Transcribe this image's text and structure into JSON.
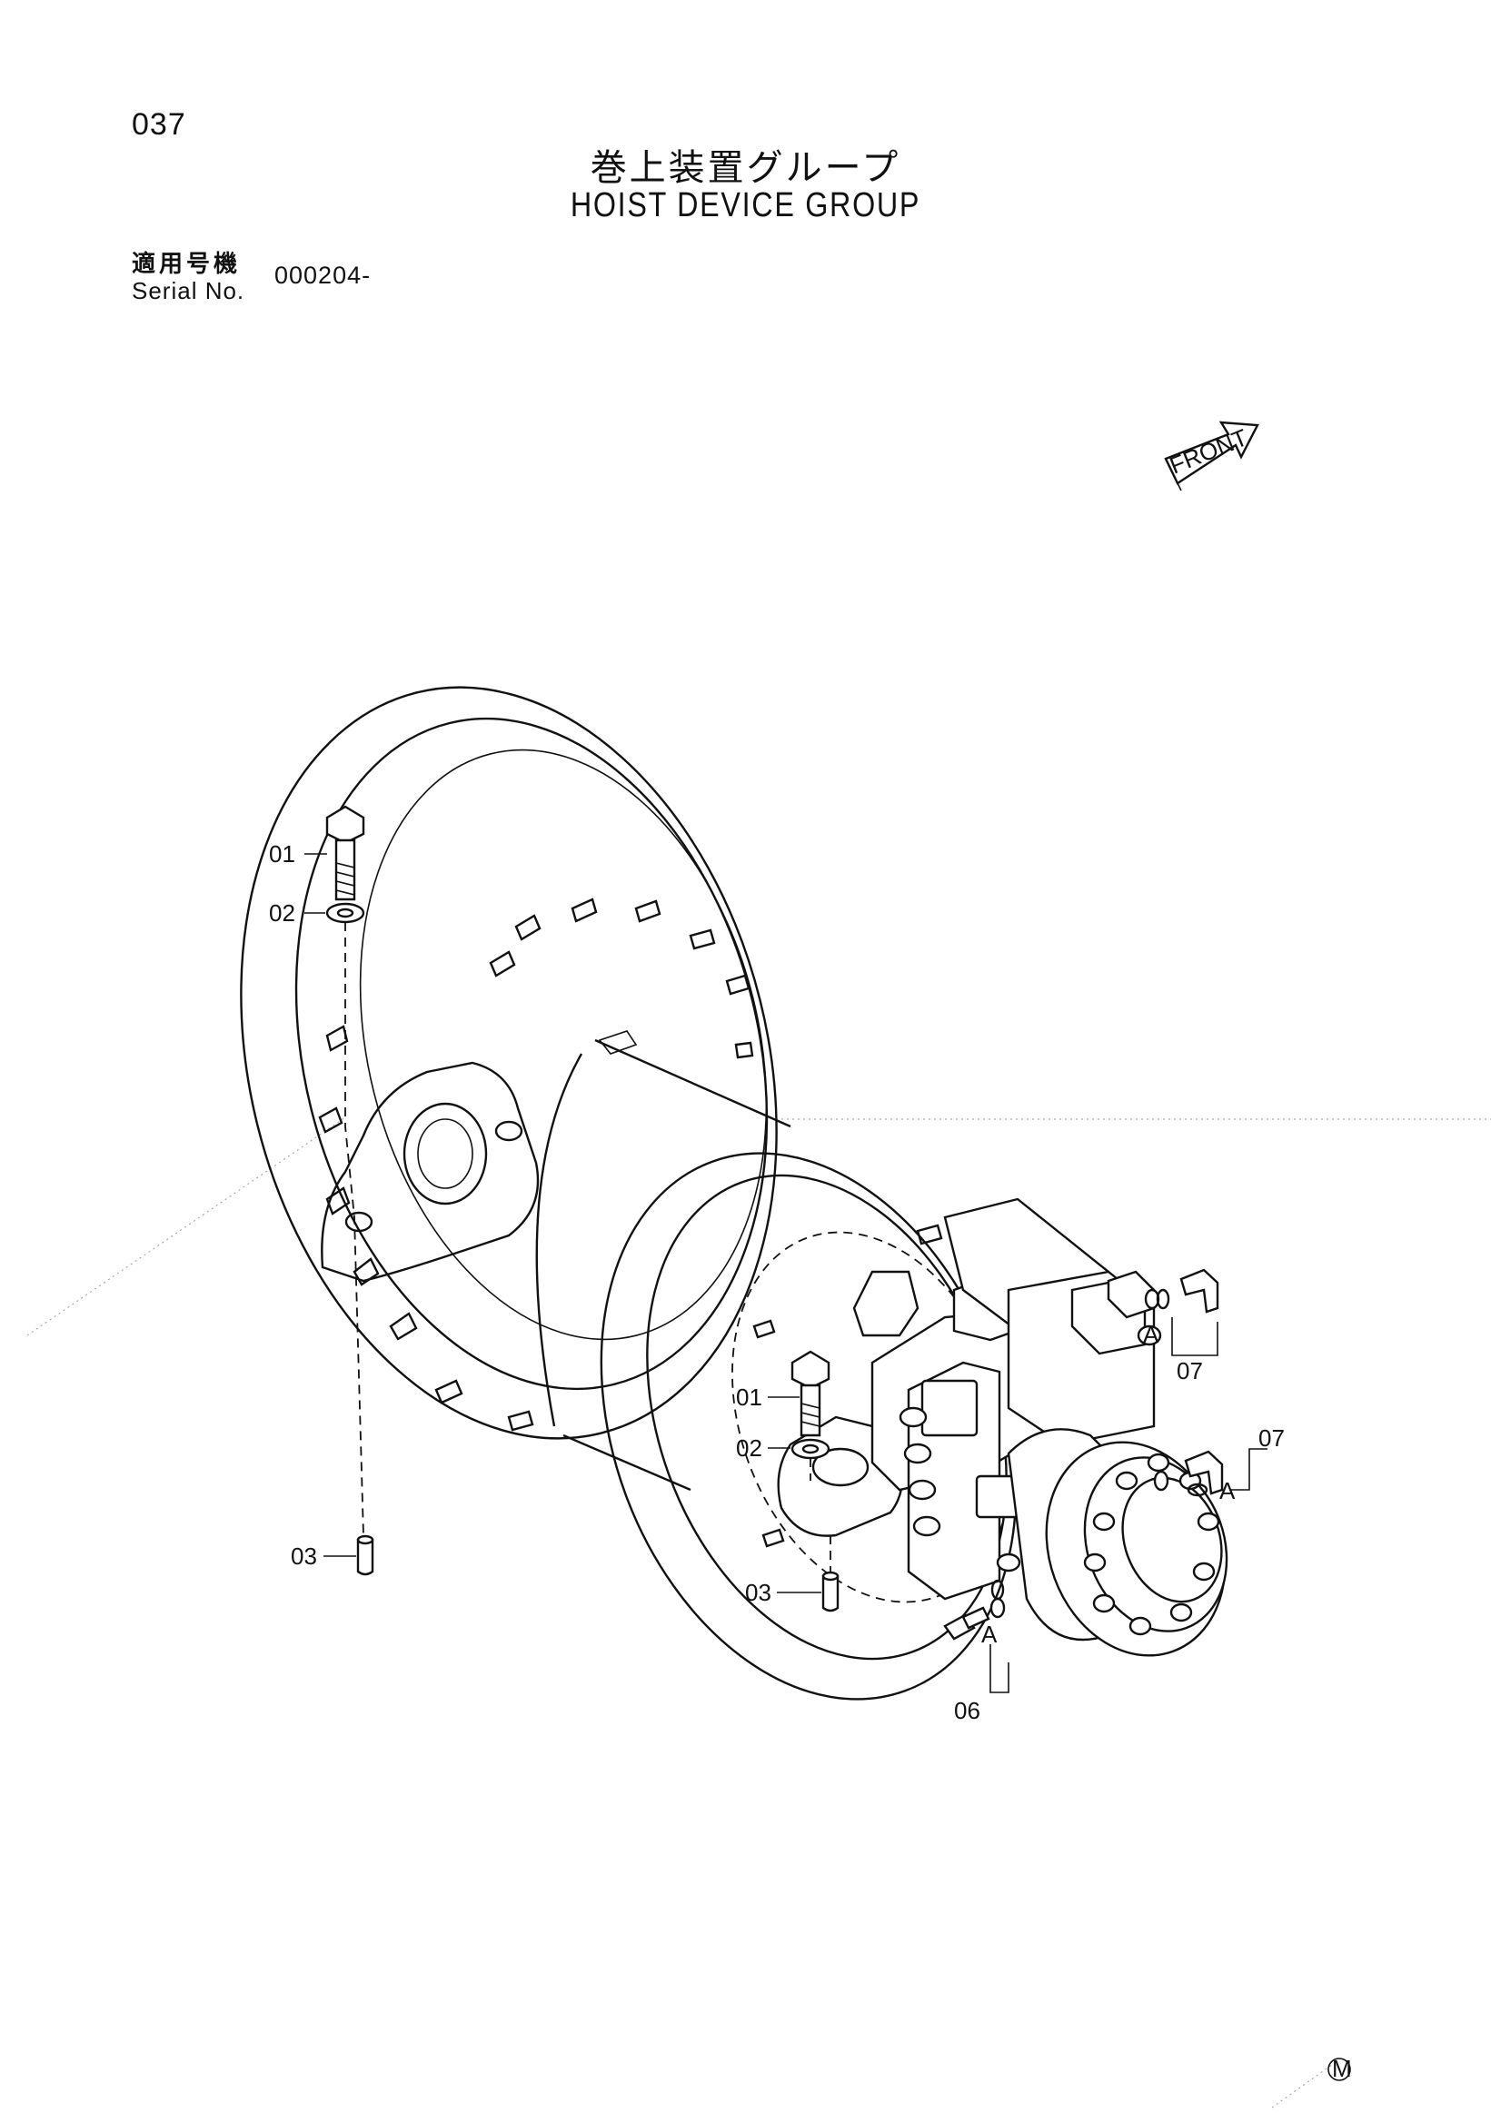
{
  "page": {
    "number": "037"
  },
  "title": {
    "ja": "巻上装置グループ",
    "en": "HOIST DEVICE GROUP"
  },
  "serial": {
    "label_ja": "適用号機",
    "label_en": "Serial No.",
    "value": "000204-"
  },
  "front_indicator": "FRONT",
  "callouts": {
    "c01a": "01",
    "c02a": "02",
    "c03a": "03",
    "c01b": "01",
    "c02b": "02",
    "c03b": "03",
    "c06": "06",
    "c07a": "07",
    "c07b": "07",
    "ref_a1": "A",
    "ref_a2": "A",
    "ref_a3": "A"
  },
  "corner_mark": "M"
}
